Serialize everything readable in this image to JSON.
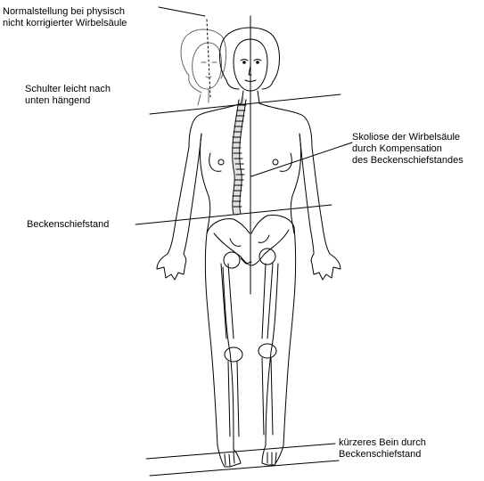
{
  "labels": {
    "normal": [
      "Normalstellung bei physisch",
      "nicht korrigierter Wirbelsäule"
    ],
    "shoulder": [
      "Schulter leicht nach",
      "unten hängend"
    ],
    "scoliosis": [
      "Skoliose der Wirbelsäule",
      "durch Kompensation",
      "des Beckenschiefstandes"
    ],
    "pelvis": [
      "Beckenschiefstand"
    ],
    "leg": [
      "kürzeres Bein durch",
      "Beckenschiefstand"
    ]
  },
  "colors": {
    "ink": "#000000",
    "background": "#ffffff"
  }
}
